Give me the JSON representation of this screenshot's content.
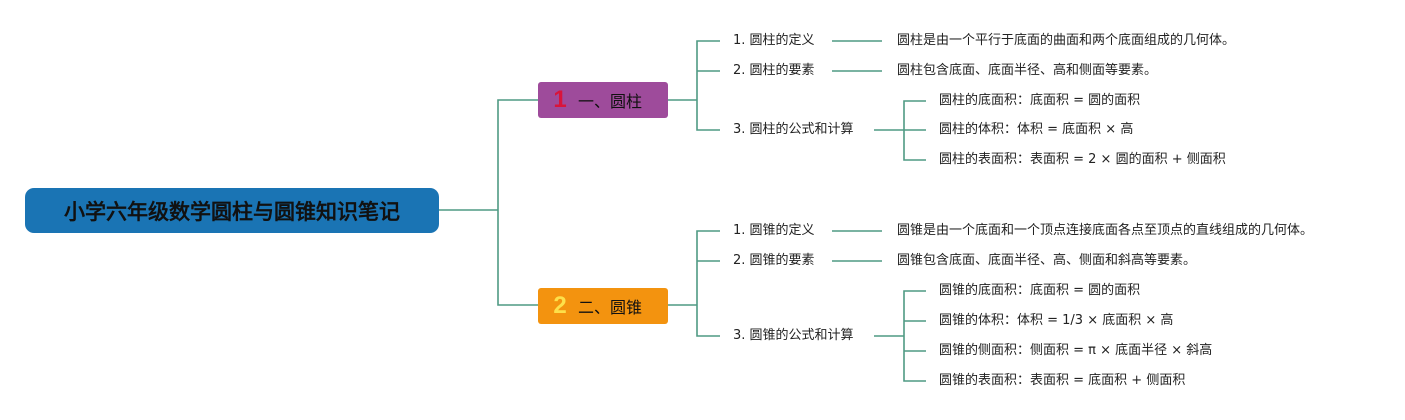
{
  "root": {
    "title": "小学六年级数学圆柱与圆锥知识笔记"
  },
  "branches": [
    {
      "number": "1",
      "label": "一、圆柱",
      "topics": [
        {
          "label": "1. 圆柱的定义",
          "details": [
            "圆柱是由一个平行于底面的曲面和两个底面组成的几何体。"
          ]
        },
        {
          "label": "2. 圆柱的要素",
          "details": [
            "圆柱包含底面、底面半径、高和侧面等要素。"
          ]
        },
        {
          "label": "3. 圆柱的公式和计算",
          "details": [
            "圆柱的底面积：底面积 = 圆的面积",
            "圆柱的体积：体积 = 底面积 × 高",
            "圆柱的表面积：表面积 = 2 × 圆的面积 + 侧面积"
          ]
        }
      ]
    },
    {
      "number": "2",
      "label": "二、圆锥",
      "topics": [
        {
          "label": "1. 圆锥的定义",
          "details": [
            "圆锥是由一个底面和一个顶点连接底面各点至顶点的直线组成的几何体。"
          ]
        },
        {
          "label": "2. 圆锥的要素",
          "details": [
            "圆锥包含底面、底面半径、高、侧面和斜高等要素。"
          ]
        },
        {
          "label": "3. 圆锥的公式和计算",
          "details": [
            "圆锥的底面积：底面积 = 圆的面积",
            "圆锥的体积：体积 = 1/3 × 底面积 × 高",
            "圆锥的侧面积：侧面积 = π × 底面半径 × 斜高",
            "圆锥的表面积：表面积 = 底面积 + 侧面积"
          ]
        }
      ]
    }
  ],
  "colors": {
    "root": "#1a74b4",
    "branch_1": "#9e4b9b",
    "branch_2": "#f3930f",
    "connector": "#4f9a84"
  }
}
